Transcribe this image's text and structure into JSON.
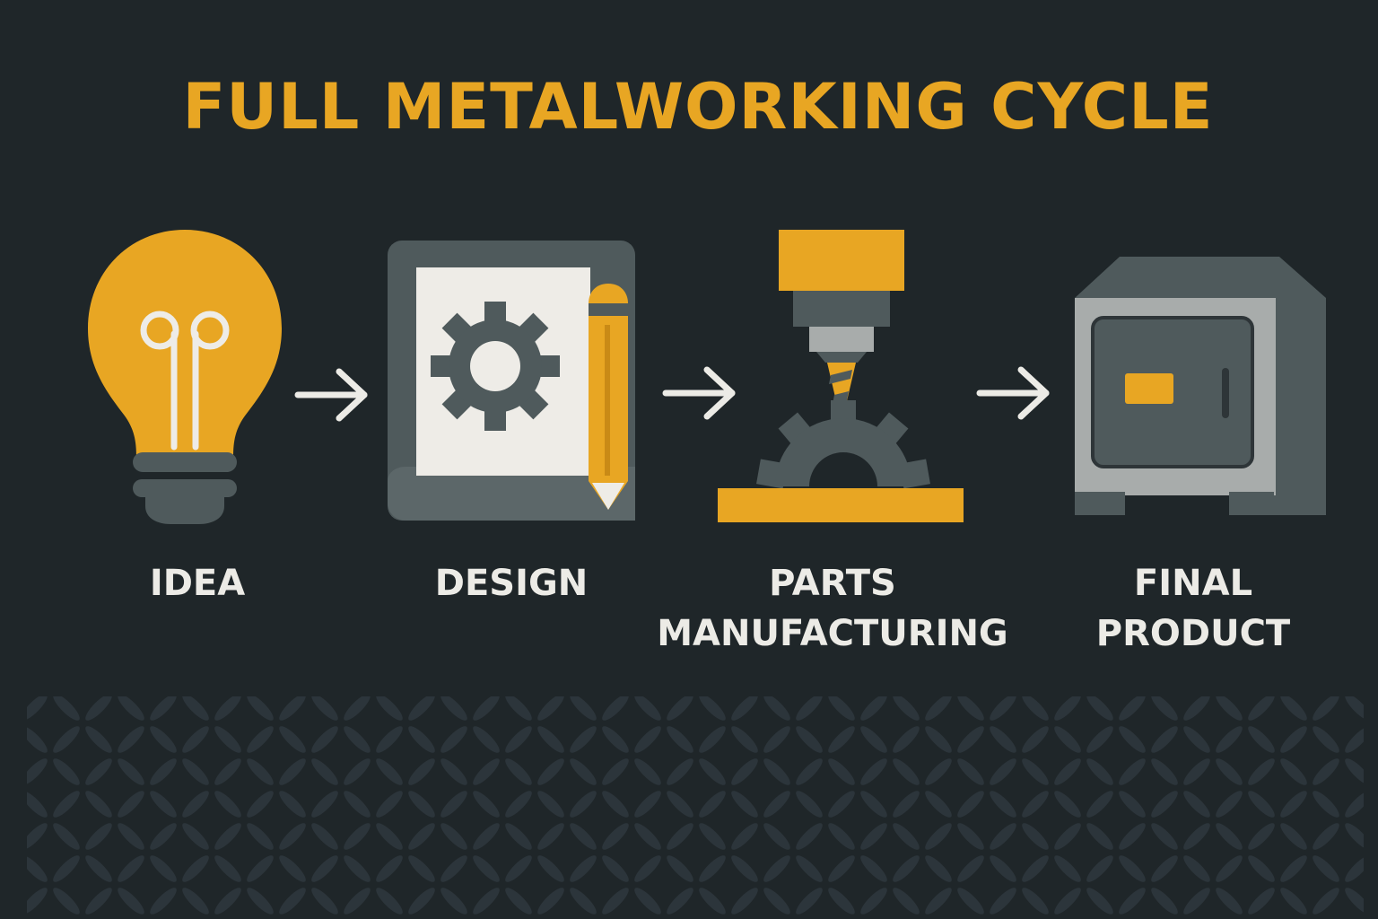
{
  "title": "FULL METALWORKING CYCLE",
  "colors": {
    "background": "#1f2629",
    "accent": "#e8a623",
    "dark_gray": "#4f5a5c",
    "light_gray": "#a8acab",
    "paper": "#eeece7",
    "label": "#ecebe6",
    "tread": "#2c353b"
  },
  "steps": [
    {
      "icon": "light-bulb-icon",
      "label_lines": [
        "IDEA"
      ]
    },
    {
      "icon": "blueprint-pencil-icon",
      "label_lines": [
        "DESIGN"
      ]
    },
    {
      "icon": "cnc-machine-icon",
      "label_lines": [
        "PARTS",
        "MANUFACTURING"
      ]
    },
    {
      "icon": "safe-icon",
      "label_lines": [
        "FINAL",
        "PRODUCT"
      ]
    }
  ],
  "connectors": [
    "arrow-right-icon",
    "arrow-right-icon",
    "arrow-right-icon"
  ]
}
